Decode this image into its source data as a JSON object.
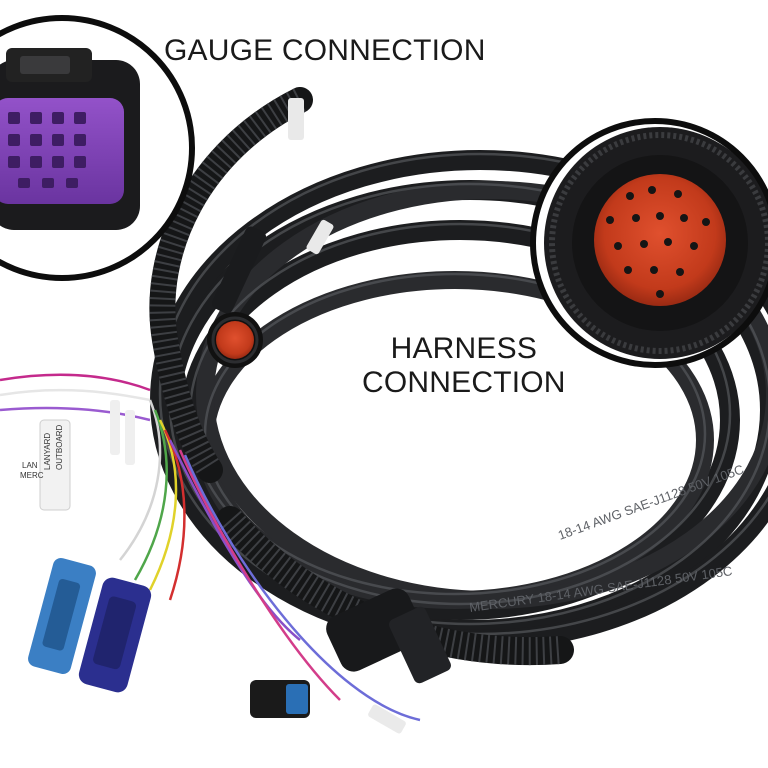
{
  "labels": {
    "gauge_connection": "GAUGE CONNECTION",
    "harness_line1": "HARNESS",
    "harness_line2": "CONNECTION"
  },
  "cable_print": {
    "line_a": "MERCURY 18-14 AWG SAE-J1128 50V 105C",
    "line_b": "18-14 AWG SAE-J1128 50V 105C"
  },
  "wire_tags": {
    "lanyard": "LANYARD",
    "outboard": "OUTBOARD",
    "lan": "LAN",
    "merc": "MERC"
  },
  "colors": {
    "cable": "#1c1d1f",
    "cable_highlight": "#55585c",
    "gauge_plug": "#7b3fb5",
    "harness_plug": "#c8371c",
    "blue_connector": "#3b7fc4",
    "navy_connector": "#2b2f8f"
  }
}
